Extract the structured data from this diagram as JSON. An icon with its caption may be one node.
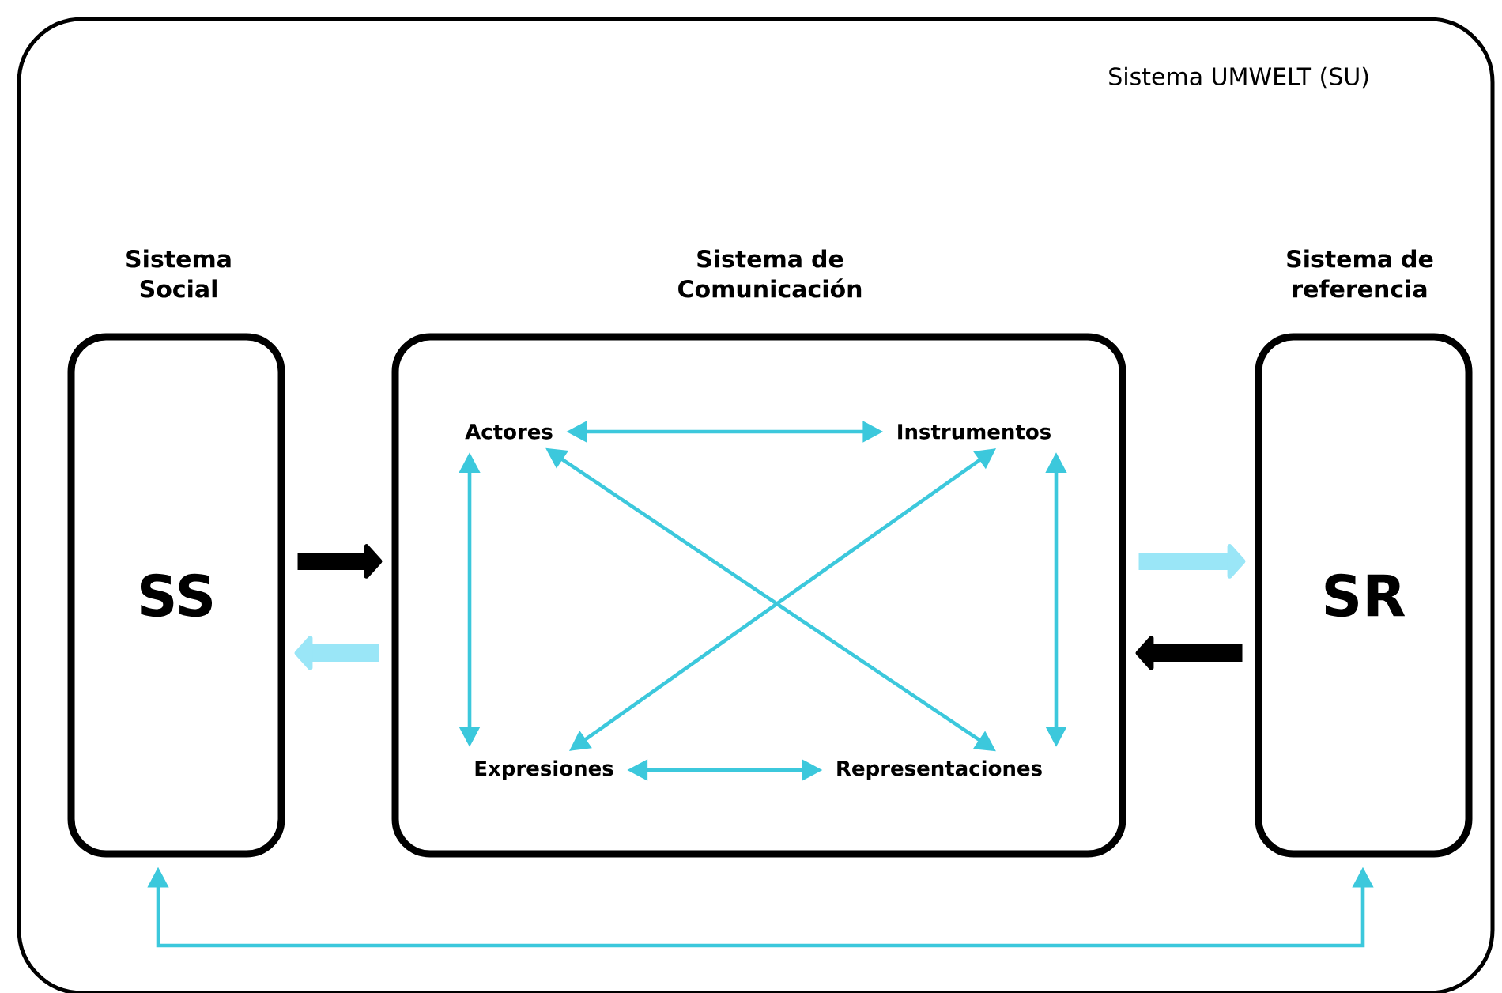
{
  "diagram": {
    "nodes": [
      {
        "text": [
          "Sistema UMWELT (SU)"
        ]
      },
      {
        "text": [
          "Sistema Social",
          "SS"
        ],
        "in": 0
      },
      {
        "text": [
          "Sistema de Comunicación"
        ],
        "in": 0
      },
      {
        "text": [
          "Sistema de referencia",
          "SR"
        ],
        "in": 0
      },
      {
        "text": [
          "Actores"
        ],
        "in": 2
      },
      {
        "text": [
          "Instrumentos"
        ],
        "in": 2
      },
      {
        "text": [
          "Expresiones"
        ],
        "in": 2
      },
      {
        "text": [
          "Representaciones"
        ],
        "in": 2
      }
    ],
    "edges": [
      {
        "from": 1,
        "to": 2,
        "arrow": "to",
        "style": "thick",
        "color": "#000000"
      },
      {
        "from": 2,
        "to": 1,
        "arrow": "to",
        "style": "thick",
        "color": "#9ae6f7"
      },
      {
        "from": 2,
        "to": 3,
        "arrow": "to",
        "style": "thick",
        "color": "#9ae6f7"
      },
      {
        "from": 3,
        "to": 2,
        "arrow": "to",
        "style": "thick",
        "color": "#000000"
      },
      {
        "from": 4,
        "to": 5,
        "arrow": "both"
      },
      {
        "from": 4,
        "to": 6,
        "arrow": "both"
      },
      {
        "from": 4,
        "to": 7,
        "arrow": "both"
      },
      {
        "from": 5,
        "to": 6,
        "arrow": "both"
      },
      {
        "from": 5,
        "to": 7,
        "arrow": "both"
      },
      {
        "from": 6,
        "to": 7,
        "arrow": "both"
      },
      {
        "from": 1,
        "to": 3,
        "arrow": "both"
      }
    ]
  }
}
